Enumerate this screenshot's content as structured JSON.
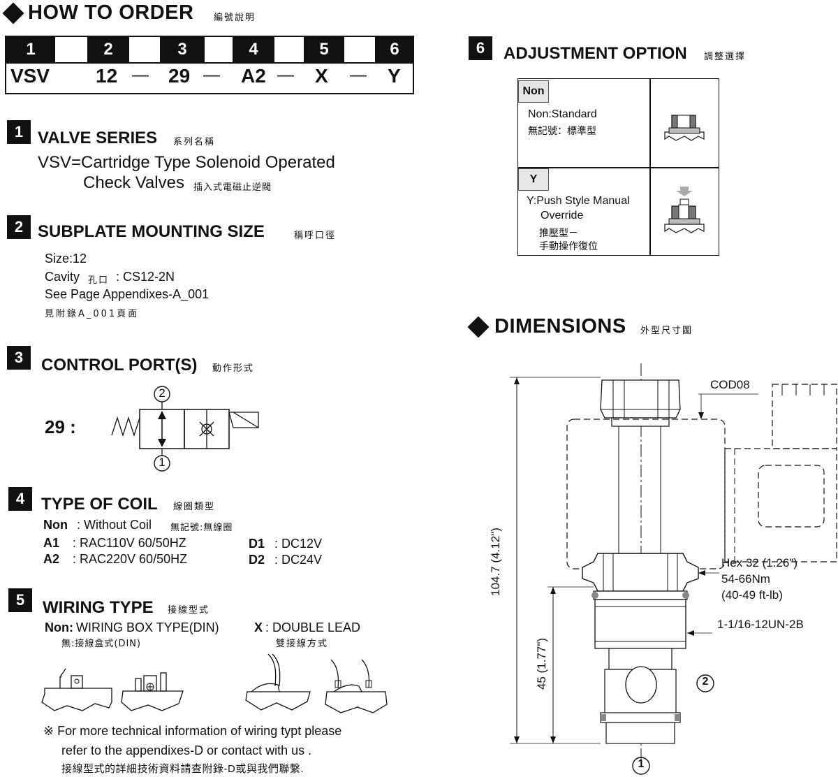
{
  "how_to_order": {
    "title": "HOW TO  ORDER",
    "title_zh": "編號說明"
  },
  "order_code": {
    "positions": [
      "1",
      "2",
      "3",
      "4",
      "5",
      "6"
    ],
    "values": [
      "VSV",
      "12",
      "29",
      "A2",
      "X",
      "Y"
    ],
    "separator": "—"
  },
  "sec1": {
    "num": "1",
    "title": "VALVE SERIES",
    "title_zh": "系列名稱",
    "line1": "VSV=Cartridge Type Solenoid Operated",
    "line2": "Check Valves",
    "line2_zh": "插入式電磁止逆閥"
  },
  "sec2": {
    "num": "2",
    "title": "SUBPLATE MOUNTING SIZE",
    "title_zh": "稱呼口徑",
    "size": "Size:12",
    "cavity_label": "Cavity",
    "cavity_zh": "孔口",
    "cavity_value": ": CS12-2N",
    "see": "See Page Appendixes-A_001",
    "see_zh": "見附錄A_001頁面"
  },
  "sec3": {
    "num": "3",
    "title": "CONTROL PORT(S)",
    "title_zh": "動作形式",
    "code": "29 :",
    "port_top": "2",
    "port_bottom": "1"
  },
  "sec4": {
    "num": "4",
    "title": "TYPE OF COIL",
    "title_zh": "線圈類型",
    "non_key": "Non",
    "non_val": ": Without Coil",
    "non_zh": "無記號:無線圈",
    "a1_key": "A1",
    "a1_val": ": RAC110V  60/50HZ",
    "a2_key": "A2",
    "a2_val": ": RAC220V  60/50HZ",
    "d1_key": "D1",
    "d1_val": ": DC12V",
    "d2_key": "D2",
    "d2_val": ": DC24V"
  },
  "sec5": {
    "num": "5",
    "title": "WIRING TYPE",
    "title_zh": "接線型式",
    "non_key": "Non:",
    "non_val": "WIRING BOX TYPE(DIN)",
    "non_zh": "無:接線盒式(DIN)",
    "x_key": "X",
    "x_val": ": DOUBLE LEAD",
    "x_zh": "雙接線方式",
    "note1": "※ For more technical information of wiring typt  please",
    "note2": "refer to the appendixes-D or contact with us .",
    "note3": "接線型式的詳細技術資料請查附錄-D或與我們聯繫."
  },
  "sec6": {
    "num": "6",
    "title": "ADJUSTMENT OPTION",
    "title_zh": "調整選擇",
    "opt1_tag": "Non",
    "opt1_line1": "Non:Standard",
    "opt1_line2": "無記號：標準型",
    "opt2_tag": "Y",
    "opt2_line1": "Y:Push Style Manual",
    "opt2_line2": "Override",
    "opt2_line3": "推壓型－",
    "opt2_line4": "手動操作復位"
  },
  "dimensions": {
    "title": "DIMENSIONS",
    "title_zh": "外型尺寸圖",
    "cod": "COD08",
    "overall": "104.7 (4.12\")",
    "lower": "45 (1.77\")",
    "hex": "Hex 32 (1.26\")",
    "torque1": "54-66Nm",
    "torque2": "(40-49 ft-lb)",
    "thread": "1-1/16-12UN-2B",
    "port2": "2",
    "port1": "1"
  }
}
